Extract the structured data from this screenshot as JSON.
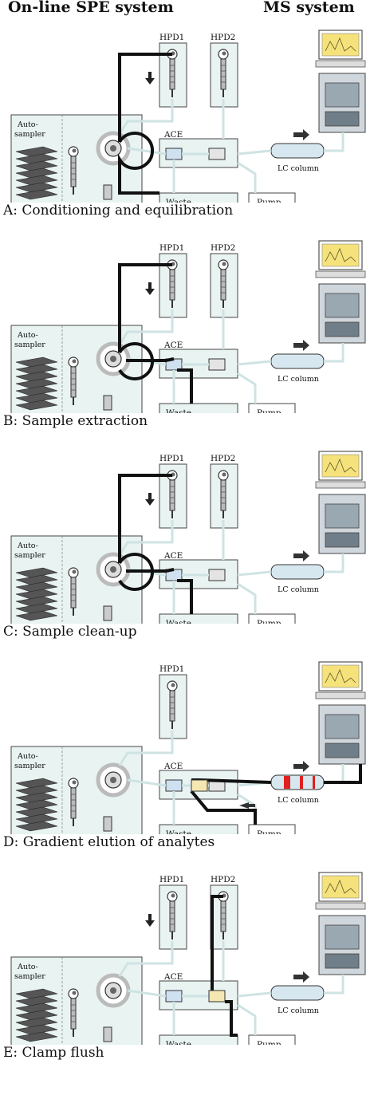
{
  "header": {
    "left_title": "On-line SPE system",
    "right_title": "MS system"
  },
  "labels": {
    "hpd1": "HPD1",
    "hpd2": "HPD2",
    "ace": "ACE",
    "waste": "Waste",
    "pump": "Pump",
    "lc_column": "LC column",
    "autosampler_line1": "Auto-",
    "autosampler_line2": "sampler"
  },
  "panels": [
    {
      "caption": "A: Conditioning and equilibration",
      "active_path": "hpd1-to-valve-to-waste",
      "show_hpd2": true
    },
    {
      "caption": "B: Sample extraction",
      "active_path": "hpd1-to-valve-to-ace-cartridge-to-waste",
      "show_hpd2": true
    },
    {
      "caption": "C: Sample clean-up",
      "active_path": "hpd1-to-valve-to-ace-cartridge-to-waste",
      "show_hpd2": true
    },
    {
      "caption": "D: Gradient elution of analytes",
      "active_path": "pump-to-ace-cartridge-to-lc-column-to-ms",
      "show_hpd2": false
    },
    {
      "caption": "E: Clamp flush",
      "active_path": "hpd2-to-ace-clamp-to-waste",
      "show_hpd2": true
    }
  ],
  "colors": {
    "flow_line": "#111111",
    "idle_line": "#cfe3e3",
    "box_fill": "#e8f3f2",
    "monitor_screen": "#f6e27a",
    "analyte_band": "#e02020"
  }
}
